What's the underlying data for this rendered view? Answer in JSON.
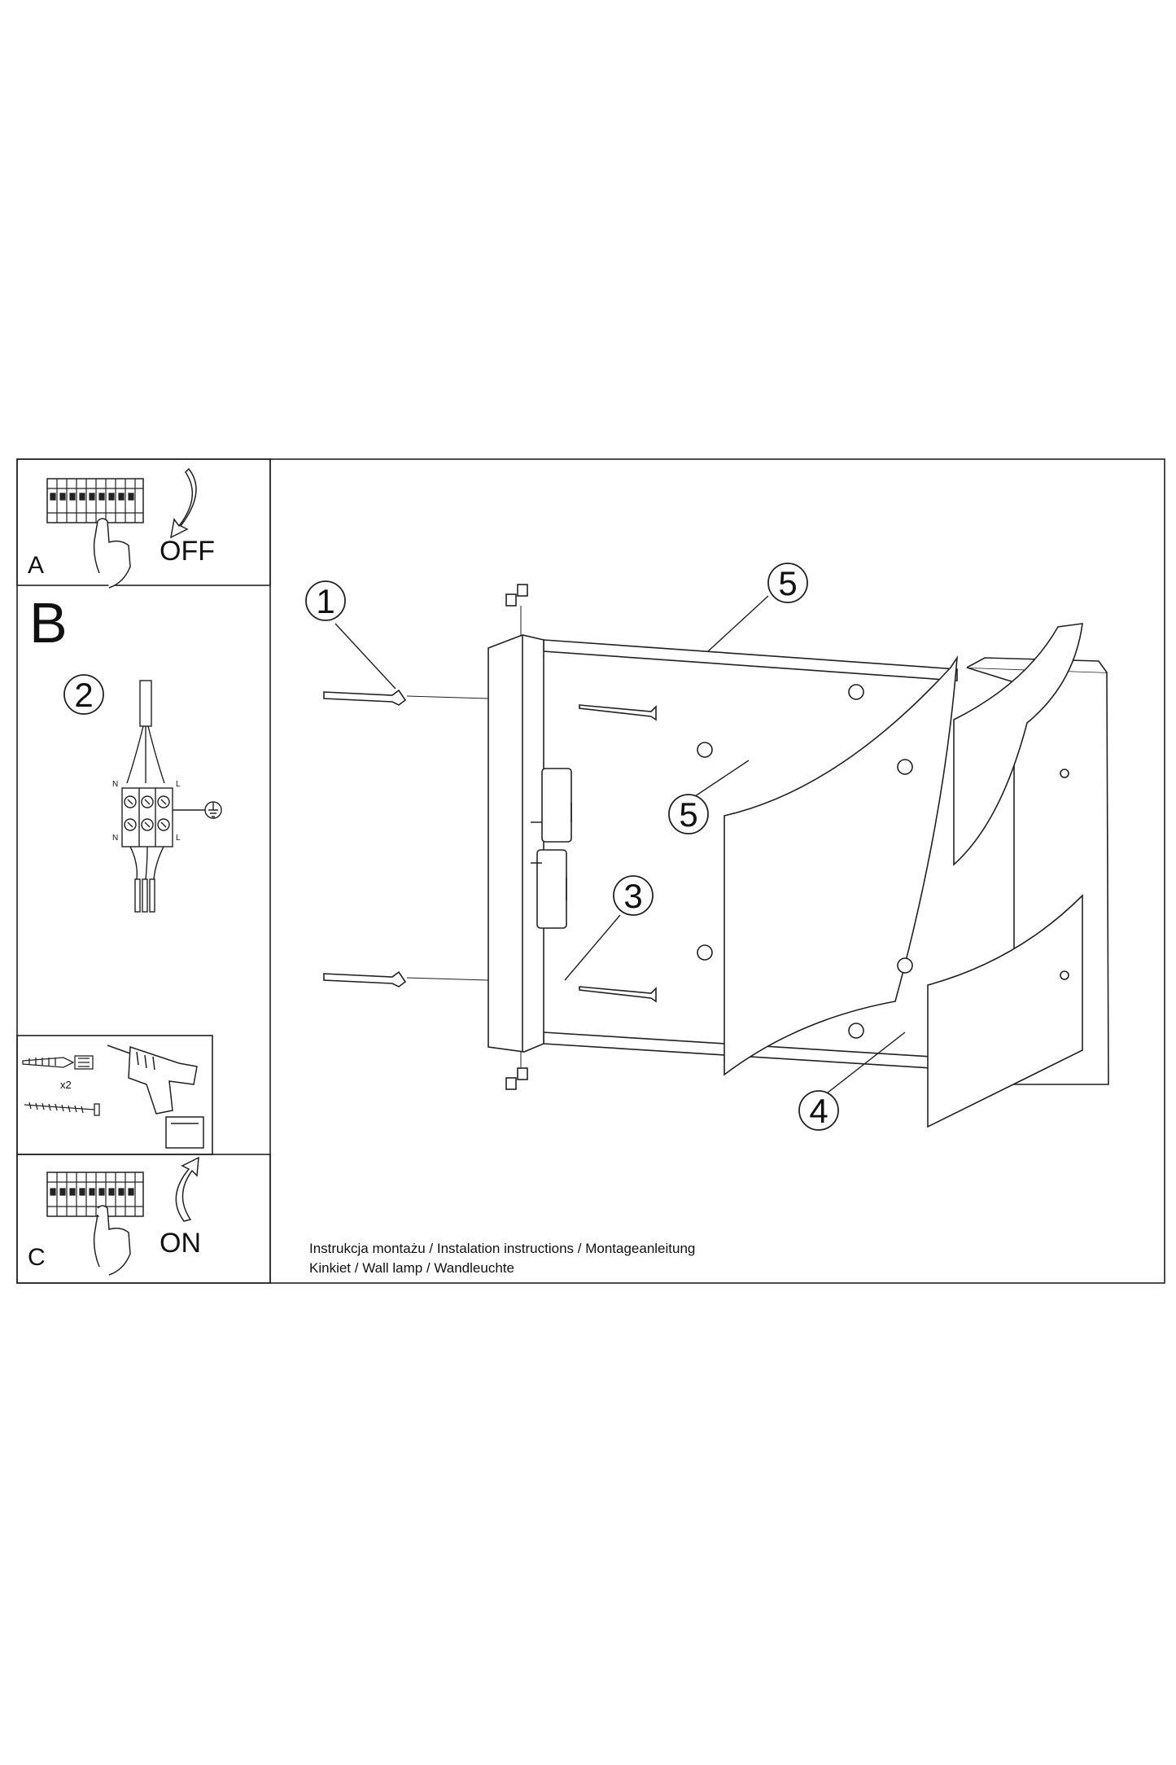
{
  "panels": {
    "a": {
      "letter": "A",
      "state": "OFF"
    },
    "b": {
      "letter": "B"
    },
    "c": {
      "letter": "C",
      "state": "ON"
    }
  },
  "tools": {
    "anchor_count": "x2"
  },
  "wiring": {
    "terminal_labels": {
      "top_left": "N",
      "top_right": "L",
      "bottom_left": "N",
      "bottom_right": "L"
    }
  },
  "callouts": [
    "1",
    "2",
    "3",
    "4",
    "5",
    "5"
  ],
  "footer": {
    "line1": "Instrukcja montażu / Instalation instructions / Montageanleitung",
    "line2": "Kinkiet / Wall lamp / Wandleuchte"
  }
}
